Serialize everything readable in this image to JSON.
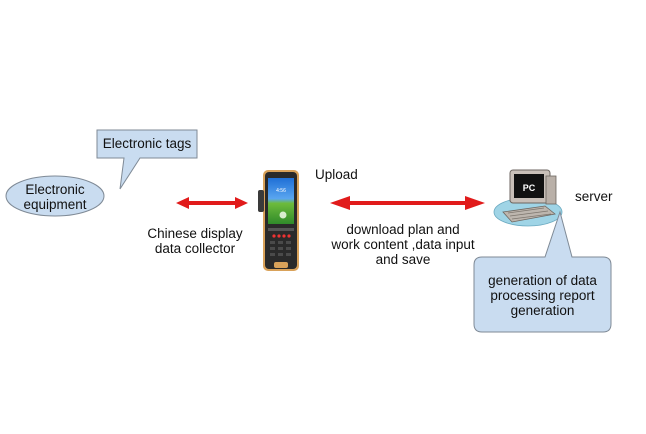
{
  "diagram": {
    "nodes": {
      "electronic_equipment": {
        "label_lines": [
          "Electronic",
          "equipment"
        ],
        "shape": "ellipse"
      },
      "electronic_tags": {
        "label": "Electronic tags",
        "shape": "speech-bubble-rectangle"
      },
      "data_collector": {
        "label_lines": [
          "Chinese display",
          "data collector"
        ],
        "icon": "handheld-terminal-icon"
      },
      "server": {
        "label": "server",
        "icon": "pc-computer-icon",
        "screen_text": "PC"
      },
      "report_bubble": {
        "label_lines": [
          "generation of data",
          "processing report",
          "generation"
        ],
        "shape": "speech-bubble-rounded"
      }
    },
    "edges": [
      {
        "from": "electronic_equipment",
        "to": "data_collector",
        "style": "double-arrow",
        "label": ""
      },
      {
        "from": "data_collector",
        "to": "server",
        "style": "double-arrow",
        "top_label": "Upload",
        "bottom_label_lines": [
          "download plan and",
          "work content ,data input",
          "and save"
        ]
      }
    ],
    "colors": {
      "bubble_fill": "#c9dcf0",
      "bubble_stroke": "#7f8a96",
      "arrow": "#e11b1b",
      "device_body": "#2a2a2a",
      "device_trim": "#d9a25a",
      "text": "#111111"
    }
  }
}
